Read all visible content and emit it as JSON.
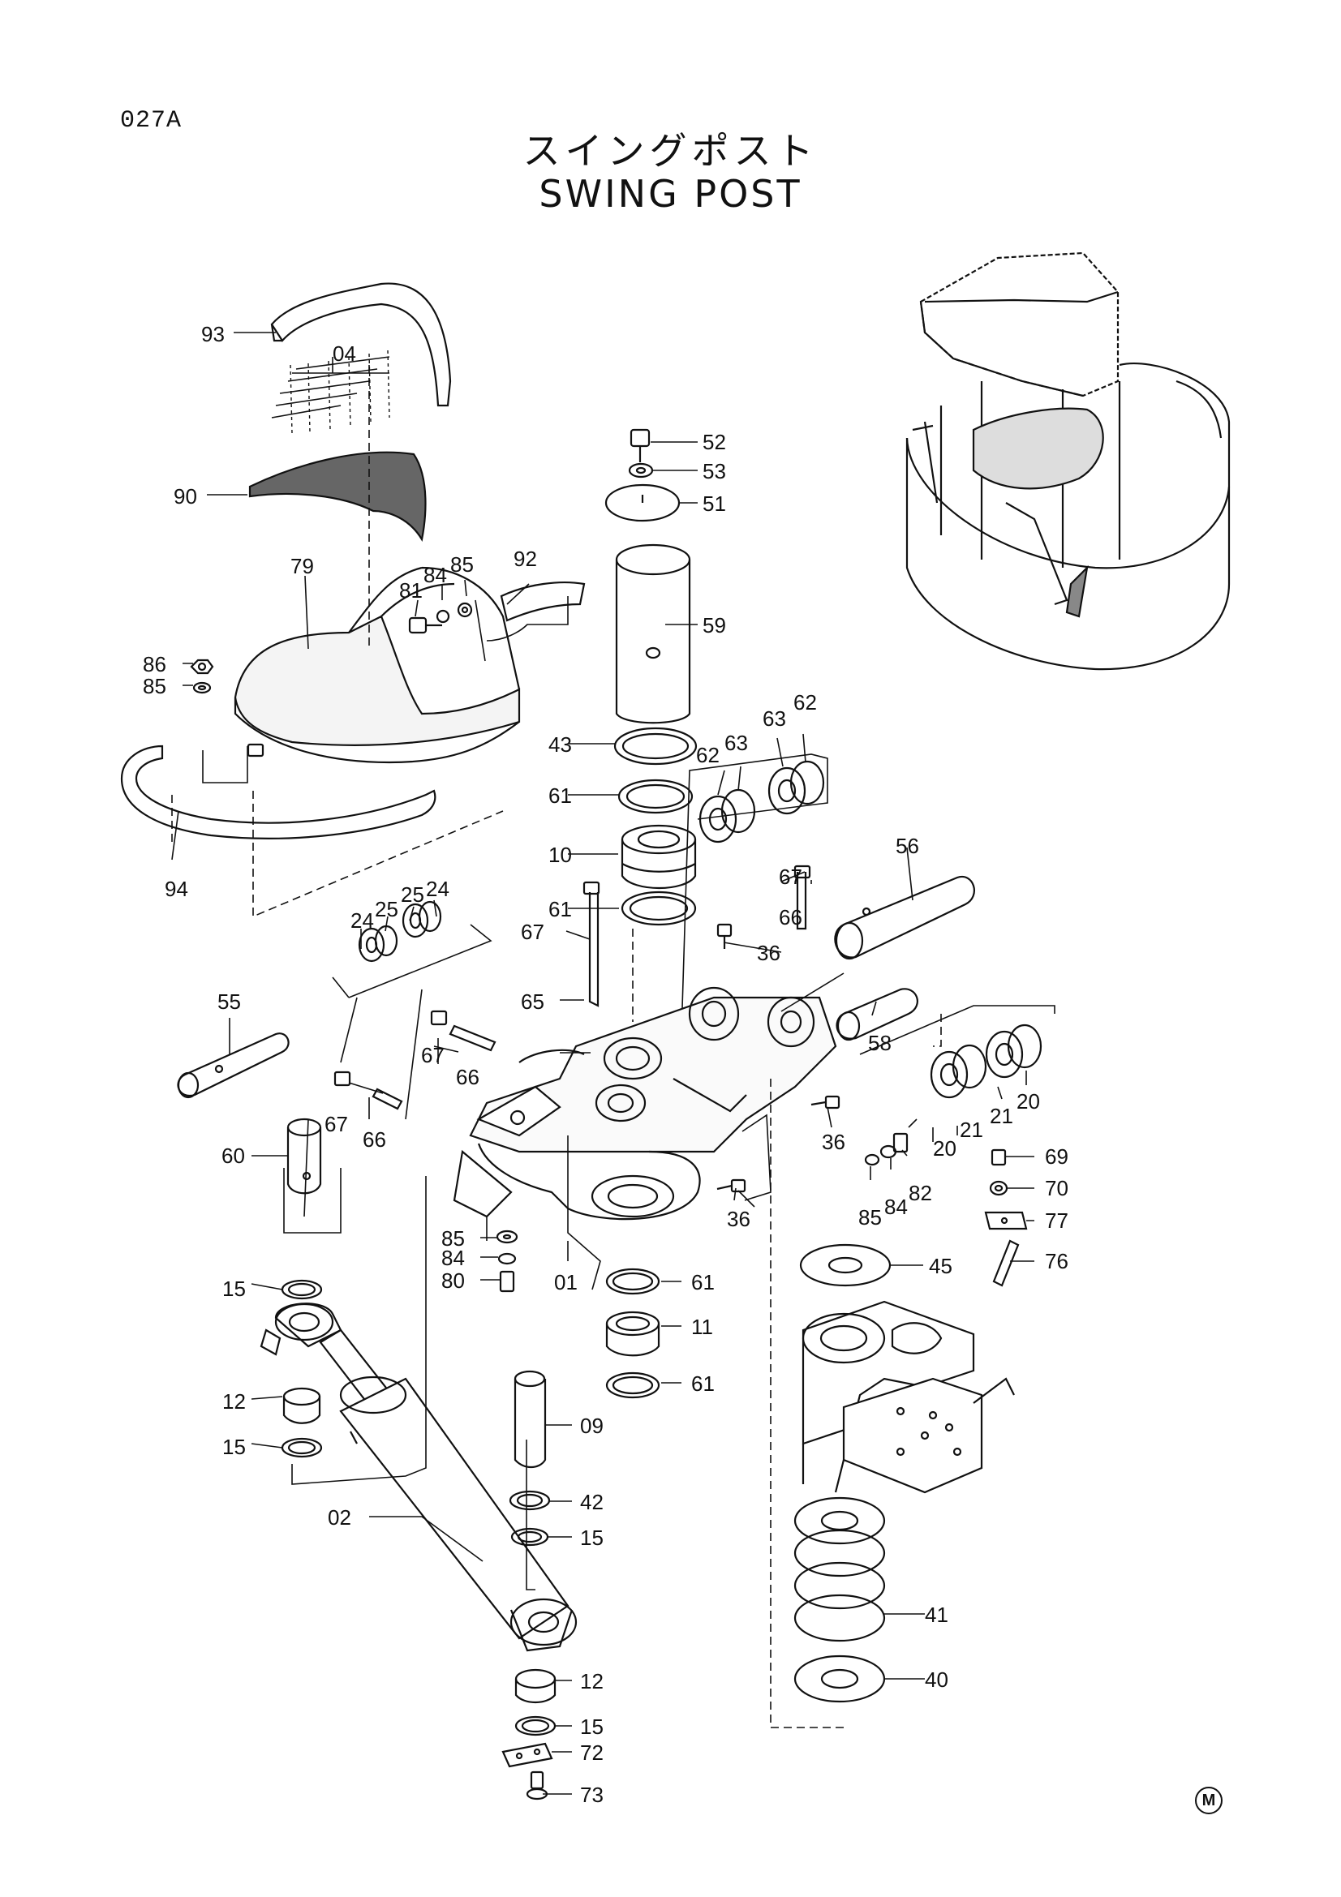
{
  "header": {
    "code": "027A",
    "title_jp": "スイングポスト",
    "title_en": "SWING POST",
    "mark": "M"
  },
  "callouts": {
    "c93": "93",
    "c04": "04",
    "c90": "90",
    "c79": "79",
    "c81": "81",
    "c84a": "84",
    "c85a": "85",
    "c92": "92",
    "c86": "86",
    "c85b": "85",
    "c94": "94",
    "c52": "52",
    "c53": "53",
    "c51": "51",
    "c59": "59",
    "c43": "43",
    "c61a": "61",
    "c10": "10",
    "c61b": "61",
    "c62a": "62",
    "c63a": "63",
    "c63b": "63",
    "c62b": "62",
    "c56": "56",
    "c67a": "67",
    "c66a": "66",
    "c36a": "36",
    "c67b": "67",
    "c65": "65",
    "c58": "58",
    "c24a": "24",
    "c25a": "25",
    "c25b": "25",
    "c24b": "24",
    "c55": "55",
    "c67c": "67",
    "c66b": "66",
    "c67d": "67",
    "c66c": "66",
    "c60": "60",
    "c36b": "36",
    "c36c": "36",
    "c20a": "20",
    "c21a": "21",
    "c21b": "21",
    "c20b": "20",
    "c85c": "85",
    "c84b": "84",
    "c82": "82",
    "c69": "69",
    "c70": "70",
    "c77": "77",
    "c76": "76",
    "c85d": "85",
    "c84c": "84",
    "c80": "80",
    "c01": "01",
    "c45": "45",
    "c61c": "61",
    "c11": "11",
    "c61d": "61",
    "c15a": "15",
    "c12a": "12",
    "c15b": "15",
    "c02": "02",
    "c09": "09",
    "c42": "42",
    "c15c": "15",
    "c41": "41",
    "c40": "40",
    "c12b": "12",
    "c15d": "15",
    "c72": "72",
    "c73": "73"
  }
}
